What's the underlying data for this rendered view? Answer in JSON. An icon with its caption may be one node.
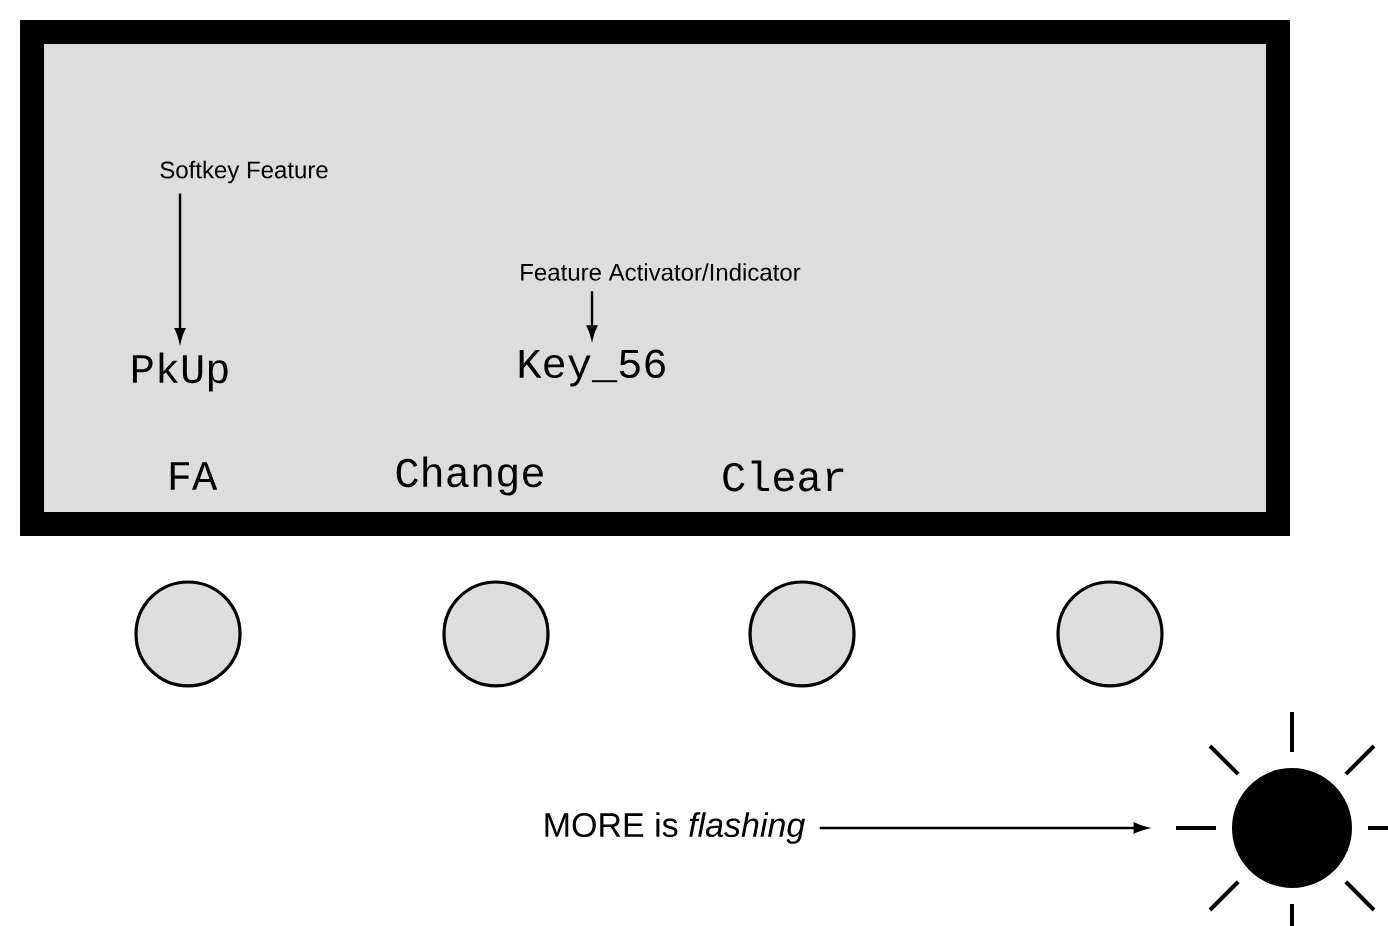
{
  "diagram": {
    "nodes": [
      {
        "text": [],
        "shape": "box"
      },
      {
        "text": [
          "Softkey Feature"
        ],
        "in": 0
      },
      {
        "text": [
          "PkUp"
        ],
        "in": 0
      },
      {
        "text": [
          "Feature Activator/Indicator"
        ],
        "in": 0
      },
      {
        "text": [
          "Key_56"
        ],
        "in": 0
      },
      {
        "text": [],
        "shape": "circle"
      },
      {
        "text": [],
        "shape": "circle"
      },
      {
        "text": [],
        "shape": "circle"
      },
      {
        "text": [],
        "shape": "circle"
      },
      {
        "text": [
          "MORE is *flashing*"
        ]
      },
      {
        "text": [],
        "shape": "circle"
      }
    ],
    "edges": [
      {
        "from": 1,
        "to": 2,
        "arrow": "to"
      },
      {
        "from": 3,
        "to": 4,
        "arrow": "to"
      },
      {
        "from": 9,
        "to": 10,
        "arrow": "to"
      }
    ],
    "labels": [
      "FA",
      "Change",
      "Clear"
    ]
  }
}
